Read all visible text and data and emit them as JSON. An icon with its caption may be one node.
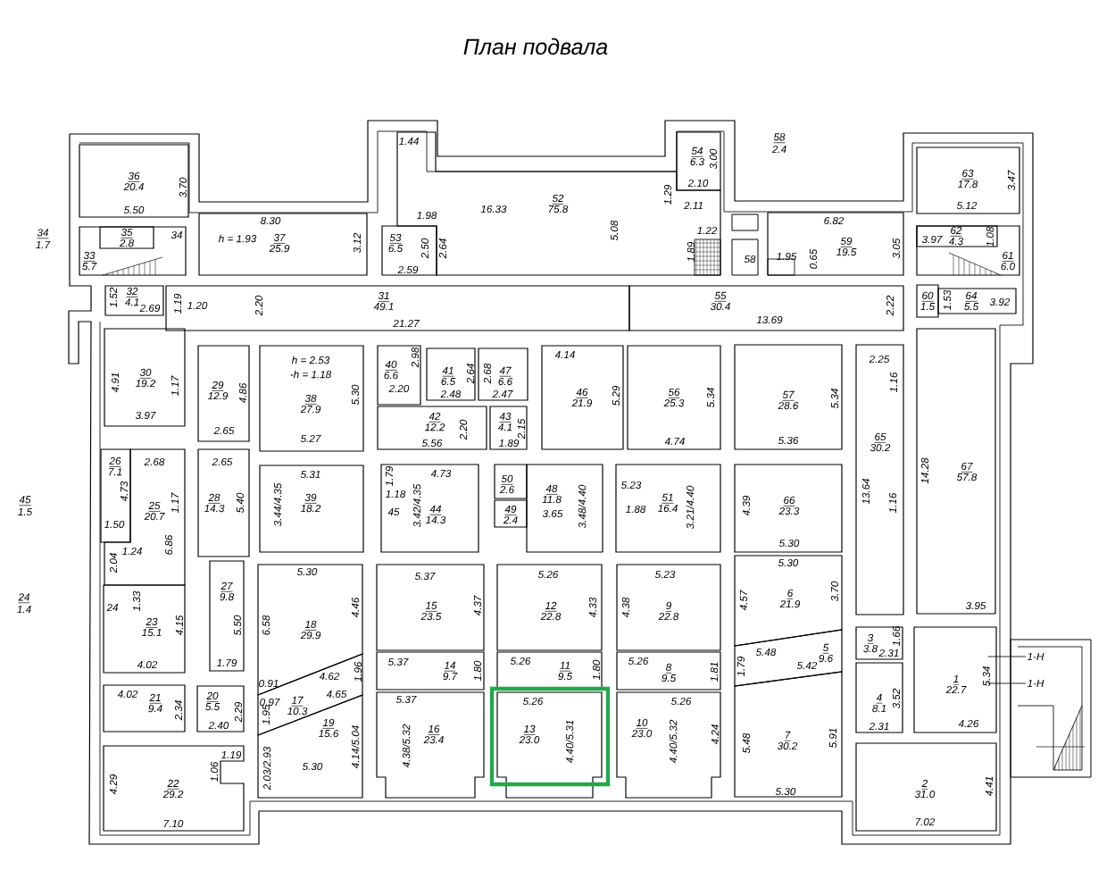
{
  "diagram": {
    "title": "План подвала",
    "nodes": [
      {
        "text": [
          "36",
          "20.4"
        ]
      },
      {
        "text": [
          "33",
          "5.7"
        ]
      },
      {
        "text": [
          "35",
          "2.8"
        ],
        "in": 1
      },
      {
        "text": [
          "37",
          "25.9"
        ]
      },
      {
        "text": [
          "53",
          "6.5"
        ]
      },
      {
        "text": [
          "52",
          "75.8"
        ]
      },
      {
        "text": [
          "54",
          "6.3"
        ]
      },
      {
        "text": [
          "59",
          "19.5"
        ]
      },
      {
        "text": [
          "63",
          "17.8"
        ]
      },
      {
        "text": [
          "61",
          "6.0"
        ]
      },
      {
        "text": [
          "62",
          "4.3"
        ],
        "in": 9
      },
      {
        "text": [
          "32",
          "4.1"
        ]
      },
      {
        "text": [
          "31",
          "49.1"
        ]
      },
      {
        "text": [
          "55",
          "30.4"
        ]
      },
      {
        "text": [
          "60",
          "1.5"
        ]
      },
      {
        "text": [
          "64",
          "5.5"
        ]
      },
      {
        "text": [
          "30",
          "19.2"
        ]
      },
      {
        "text": [
          "29",
          "12.9"
        ]
      },
      {
        "text": [
          "38",
          "27.9"
        ]
      },
      {
        "text": [
          "40",
          "6.6"
        ]
      },
      {
        "text": [
          "41",
          "6.5"
        ]
      },
      {
        "text": [
          "47",
          "6.6"
        ]
      },
      {
        "text": [
          "46",
          "21.9"
        ]
      },
      {
        "text": [
          "56",
          "25.3"
        ]
      },
      {
        "text": [
          "57",
          "28.6"
        ]
      },
      {
        "text": [
          "65",
          "30.2"
        ]
      },
      {
        "text": [
          "67",
          "57.8"
        ]
      },
      {
        "text": [
          "42",
          "12.2"
        ]
      },
      {
        "text": [
          "43",
          "4.1"
        ]
      },
      {
        "text": [
          "26",
          "7.1"
        ]
      },
      {
        "text": [
          "25",
          "20.7"
        ]
      },
      {
        "text": [
          "28",
          "14.3"
        ]
      },
      {
        "text": [
          "39",
          "18.2"
        ]
      },
      {
        "text": [
          "44",
          "14.3"
        ]
      },
      {
        "text": [
          "50",
          "2.6"
        ]
      },
      {
        "text": [
          "48",
          "11.8"
        ]
      },
      {
        "text": [
          "51",
          "16.4"
        ]
      },
      {
        "text": [
          "66",
          "23.3"
        ]
      },
      {
        "text": [
          "49",
          "2.4"
        ]
      },
      {
        "text": [
          "27",
          "9.8"
        ]
      },
      {
        "text": [
          "18",
          "29.9"
        ]
      },
      {
        "text": [
          "15",
          "23.5"
        ]
      },
      {
        "text": [
          "12",
          "22.8"
        ]
      },
      {
        "text": [
          "9",
          "22.8"
        ]
      },
      {
        "text": [
          "6",
          "21.9"
        ]
      },
      {
        "text": [
          "23",
          "15.1"
        ]
      },
      {
        "text": [
          "17",
          "10.3"
        ]
      },
      {
        "text": [
          "14",
          "9.7"
        ]
      },
      {
        "text": [
          "11",
          "9.5"
        ]
      },
      {
        "text": [
          "8",
          "9.5"
        ]
      },
      {
        "text": [
          "5",
          "9.6"
        ]
      },
      {
        "text": [
          "3",
          "3.8"
        ]
      },
      {
        "text": [
          "1",
          "22.7"
        ]
      },
      {
        "text": [
          "21",
          "9.4"
        ]
      },
      {
        "text": [
          "20",
          "5.5"
        ]
      },
      {
        "text": [
          "19",
          "15.6"
        ]
      },
      {
        "text": [
          "16",
          "23.4"
        ]
      },
      {
        "text": [
          "13",
          "23.0"
        ]
      },
      {
        "text": [
          "10",
          "23.0"
        ]
      },
      {
        "text": [
          "4",
          "8.1"
        ]
      },
      {
        "text": [
          "7",
          "30.2"
        ]
      },
      {
        "text": [
          "22",
          "29.2"
        ]
      },
      {
        "text": [
          "2",
          "31.0"
        ]
      },
      {
        "text": [
          "1-H"
        ]
      },
      {
        "text": [
          "1-H"
        ]
      }
    ],
    "edges": [
      {
        "from": 63,
        "to": 52,
        "arrow": "none"
      },
      {
        "from": 64,
        "to": 52,
        "arrow": "none"
      }
    ],
    "labels": [
      "34",
      "1.7",
      "58",
      "2.4",
      "3.70",
      "5.50",
      "34",
      "8.30",
      "h = 1.93",
      "3.12",
      "1.44",
      "16.33",
      "5.08",
      "1.29",
      "2.11",
      "3.00",
      "2.10",
      "1.98",
      "2.50",
      "2.64",
      "2.59",
      "1.22",
      "1.89",
      "58",
      "6.82",
      "1.95",
      "0.65",
      "3.05",
      "3.47",
      "5.12",
      "3.97",
      "1.08",
      "1.52",
      "2.69",
      "1.19",
      "1.20",
      "2.20",
      "21.27",
      "13.69",
      "2.22",
      "1.53",
      "3.92",
      "4.91",
      "1.17",
      "3.97",
      "4.86",
      "2.65",
      "h = 2.53",
      "-h = 1.18",
      "5.30",
      "5.27",
      "2.98",
      "2.20",
      "2.64",
      "2.48",
      "2.68",
      "2.47",
      "4.14",
      "5.29",
      "5.34",
      "4.74",
      "5.34",
      "5.36",
      "2.25",
      "1.16",
      "2.20",
      "5.56",
      "2.15",
      "1.89",
      "14.28",
      "4.73",
      "1.50",
      "2.68",
      "1.17",
      "6.86",
      "1.24",
      "2.04",
      "2.65",
      "5.40",
      "5.31",
      "3.44/4.35",
      "45",
      "1.5",
      "1.79",
      "4.73",
      "1.18",
      "3.42/4.35",
      "45",
      "3.65",
      "3.48/4.40",
      "5.23",
      "1.88",
      "3.21/4.40",
      "4.39",
      "13.64",
      "1.16",
      "5.30",
      "5.30",
      "5.37",
      "5.26",
      "5.23",
      "5.30",
      "24",
      "1.4",
      "24",
      "1.33",
      "4.46",
      "4.37",
      "4.33",
      "4.38",
      "4.57",
      "3.70",
      "3.95",
      "4.15",
      "5.50",
      "6.58",
      "1.66",
      "5.48",
      "2.31",
      "4.02",
      "1.79",
      "5.37",
      "1.80",
      "5.26",
      "1.80",
      "5.26",
      "1.81",
      "1.79",
      "5.42",
      "5.34",
      "0.91",
      "4.62",
      "1.96",
      "4.02",
      "2.34",
      "2.29",
      "1.95",
      "0.97",
      "4.65",
      "2.40",
      "5.37",
      "5.26",
      "5.26",
      "3.52",
      "2.31",
      "4.26",
      "4.38/5.32",
      "4.40/5.31",
      "4.40/5.32",
      "4.24",
      "5.48",
      "5.91",
      "4.14/5.04",
      "1.19",
      "1.06",
      "5.30",
      "2.03/2.93",
      "4.29",
      "4.41",
      "5.30",
      "7.10",
      "7.02"
    ]
  }
}
